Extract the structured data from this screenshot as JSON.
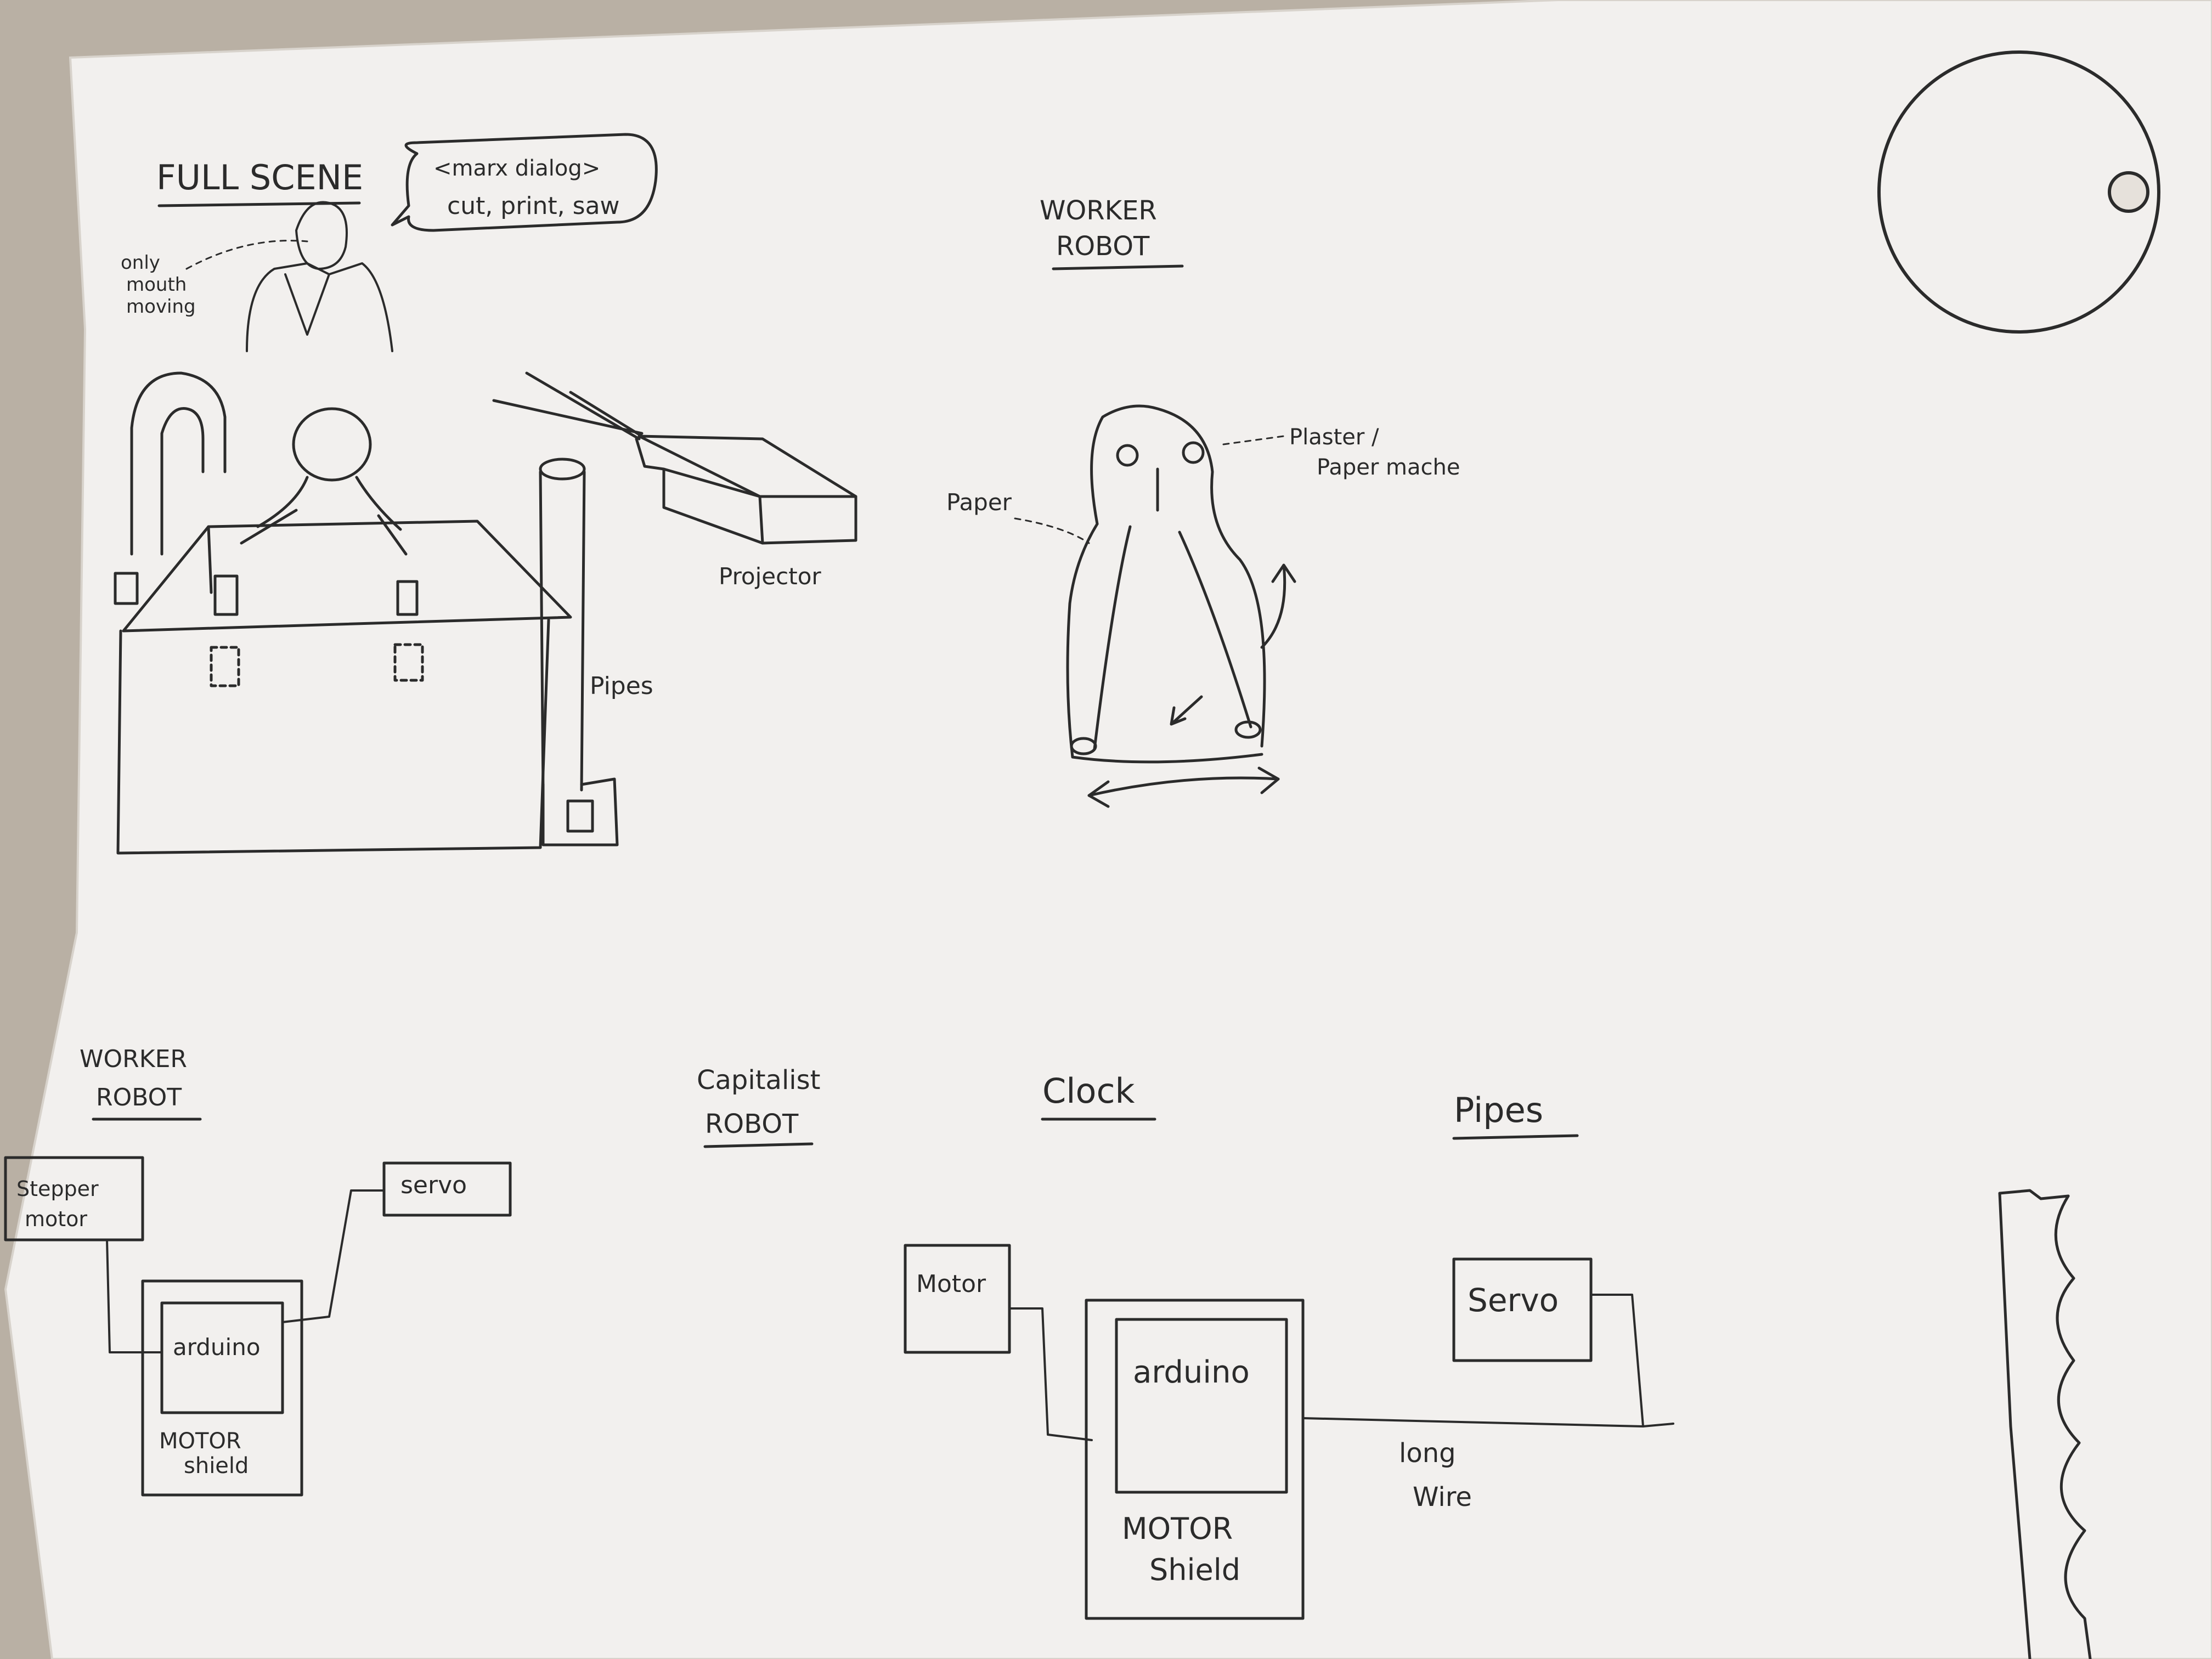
{
  "colors": {
    "paper": "#f2f0ee",
    "background": "#b9b0a4",
    "ink": "#2b2b2b"
  },
  "full_scene": {
    "title": "FULL SCENE",
    "speech_line1": "<marx dialog>",
    "speech_line2": "cut, print, saw",
    "mouth_note_line1": "only",
    "mouth_note_line2": "mouth",
    "mouth_note_line3": "moving",
    "projector_label": "Projector",
    "pipes_label": "Pipes"
  },
  "worker_robot_sketch": {
    "title_line1": "WORKER",
    "title_line2": "ROBOT",
    "paper_label": "Paper",
    "plaster_line1": "Plaster /",
    "plaster_line2": "Paper mache"
  },
  "circuits": {
    "worker_robot": {
      "title_line1": "WORKER",
      "title_line2": "ROBOT",
      "stepper_line1": "Stepper",
      "stepper_line2": "motor",
      "servo": "servo",
      "arduino": "arduino",
      "shield_line1": "MOTOR",
      "shield_line2": "shield"
    },
    "capitalist_robot": {
      "title_line1": "Capitalist",
      "title_line2": "ROBOT"
    },
    "clock": {
      "title": "Clock",
      "motor": "Motor",
      "arduino": "arduino",
      "shield_line1": "MOTOR",
      "shield_line2": "Shield",
      "wire_line1": "long",
      "wire_line2": "Wire"
    },
    "pipes": {
      "title": "Pipes",
      "servo": "Servo"
    }
  }
}
